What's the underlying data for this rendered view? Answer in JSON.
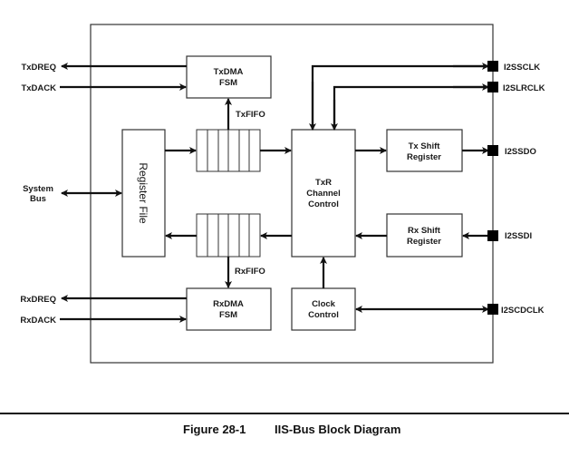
{
  "figure": {
    "caption_number": "Figure 28-1",
    "caption_title": "IIS-Bus Block Diagram"
  },
  "blocks": {
    "txdma": [
      "TxDMA",
      "FSM"
    ],
    "rxdma": [
      "RxDMA",
      "FSM"
    ],
    "register_file": "Register File",
    "txr": [
      "TxR",
      "Channel",
      "Control"
    ],
    "tx_shift": [
      "Tx Shift",
      "Register"
    ],
    "rx_shift": [
      "Rx Shift",
      "Register"
    ],
    "clock": [
      "Clock",
      "Control"
    ],
    "txfifo": "TxFIFO",
    "rxfifo": "RxFIFO"
  },
  "external_signals": {
    "txdreq": "TxDREQ",
    "txdack": "TxDACK",
    "system_bus": [
      "System",
      "Bus"
    ],
    "rxdreq": "RxDREQ",
    "rxdack": "RxDACK"
  },
  "pins": {
    "sclk": "I2SSCLK",
    "lrclk": "I2SLRCLK",
    "sdo": "I2SSDO",
    "sdi": "I2SSDI",
    "cdclk": "I2SCDCLK"
  }
}
